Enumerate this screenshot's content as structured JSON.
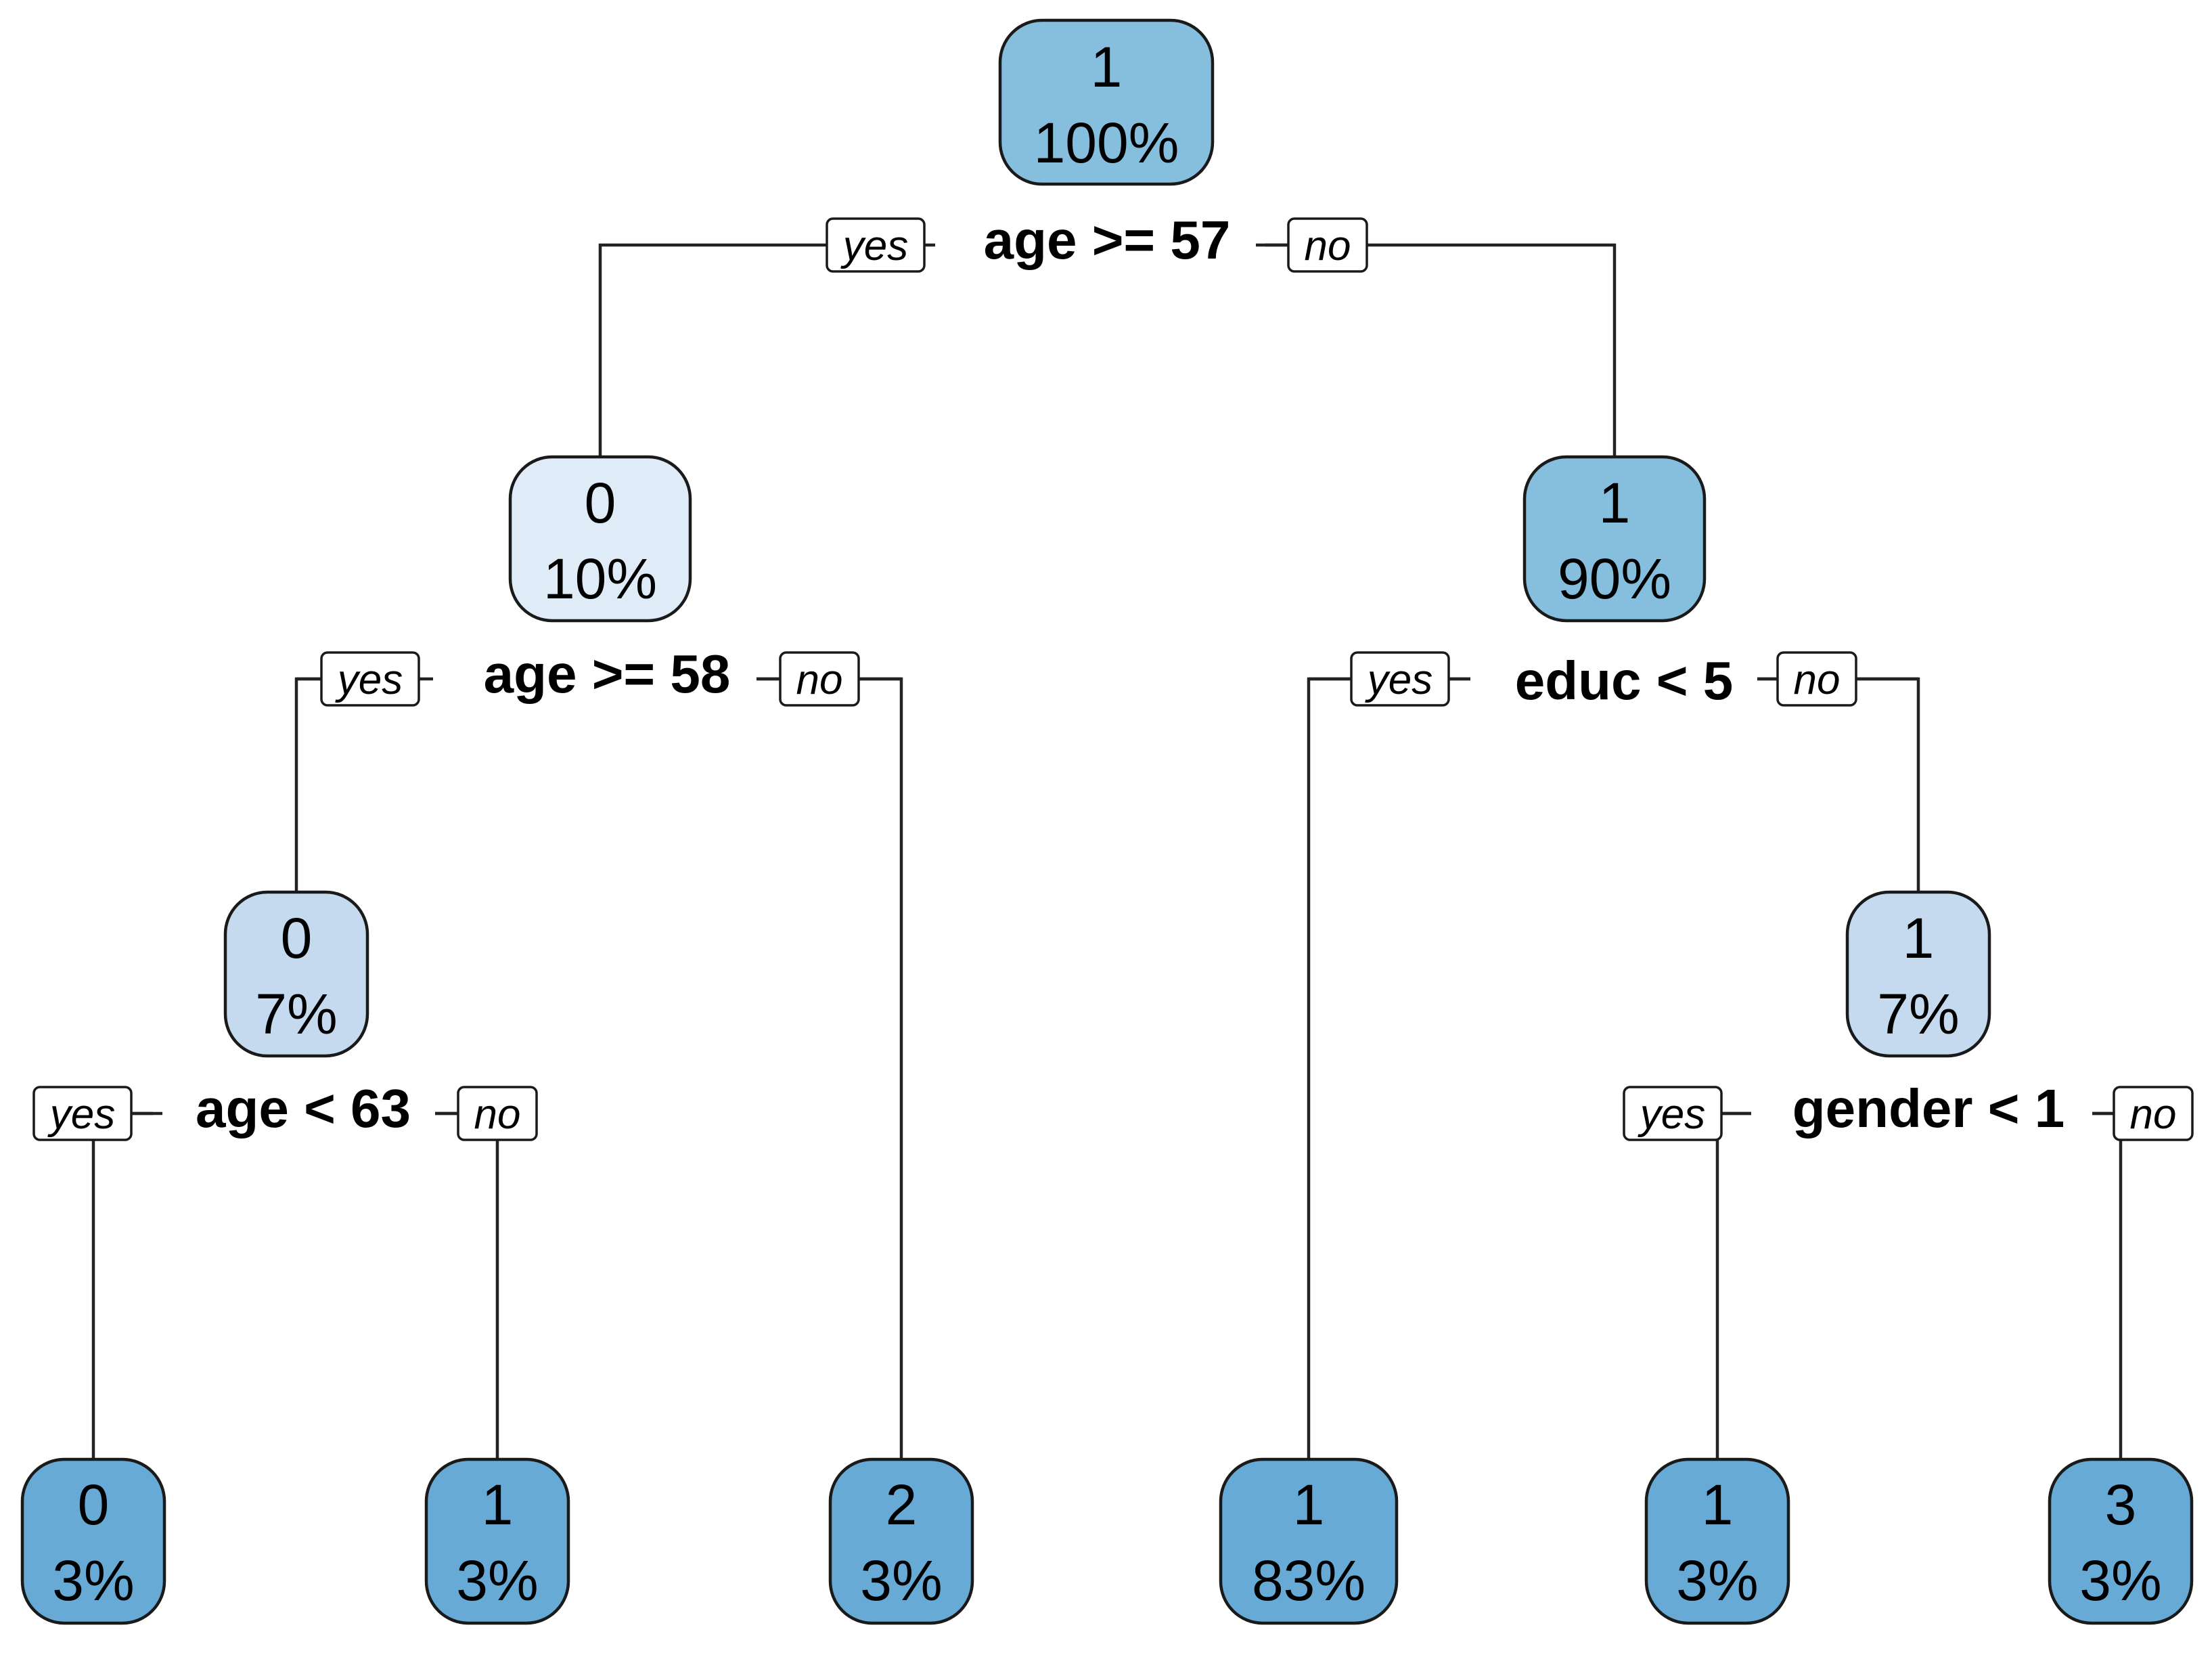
{
  "tree": {
    "branch_labels": {
      "yes": "yes",
      "no": "no"
    },
    "nodes": [
      {
        "id": "root",
        "class": "1",
        "percent": "100%",
        "color": "#86BEDD"
      },
      {
        "id": "n2",
        "class": "0",
        "percent": "10%",
        "color": "#DFEBF6"
      },
      {
        "id": "n3",
        "class": "1",
        "percent": "90%",
        "color": "#86BEDD"
      },
      {
        "id": "n4",
        "class": "0",
        "percent": "7%",
        "color": "#C5DAEE"
      },
      {
        "id": "n7",
        "class": "1",
        "percent": "7%",
        "color": "#C5DAEE"
      },
      {
        "id": "leaf1",
        "class": "0",
        "percent": "3%",
        "color": "#66AAD5"
      },
      {
        "id": "leaf2",
        "class": "1",
        "percent": "3%",
        "color": "#66AAD5"
      },
      {
        "id": "leaf3",
        "class": "2",
        "percent": "3%",
        "color": "#66AAD5"
      },
      {
        "id": "leaf4",
        "class": "1",
        "percent": "83%",
        "color": "#66AAD5"
      },
      {
        "id": "leaf5",
        "class": "1",
        "percent": "3%",
        "color": "#66AAD5"
      },
      {
        "id": "leaf6",
        "class": "3",
        "percent": "3%",
        "color": "#66AAD5"
      }
    ],
    "splits": [
      {
        "id": "s-root",
        "rule": "age >= 57",
        "yes_child": "n2",
        "no_child": "n3"
      },
      {
        "id": "s-n2",
        "rule": "age >= 58",
        "yes_child": "n4",
        "no_child": "leaf3"
      },
      {
        "id": "s-n3",
        "rule": "educ < 5",
        "yes_child": "leaf4",
        "no_child": "n7"
      },
      {
        "id": "s-n4",
        "rule": "age < 63",
        "yes_child": "leaf1",
        "no_child": "leaf2"
      },
      {
        "id": "s-n7",
        "rule": "gender < 1",
        "yes_child": "leaf5",
        "no_child": "leaf6"
      }
    ]
  }
}
